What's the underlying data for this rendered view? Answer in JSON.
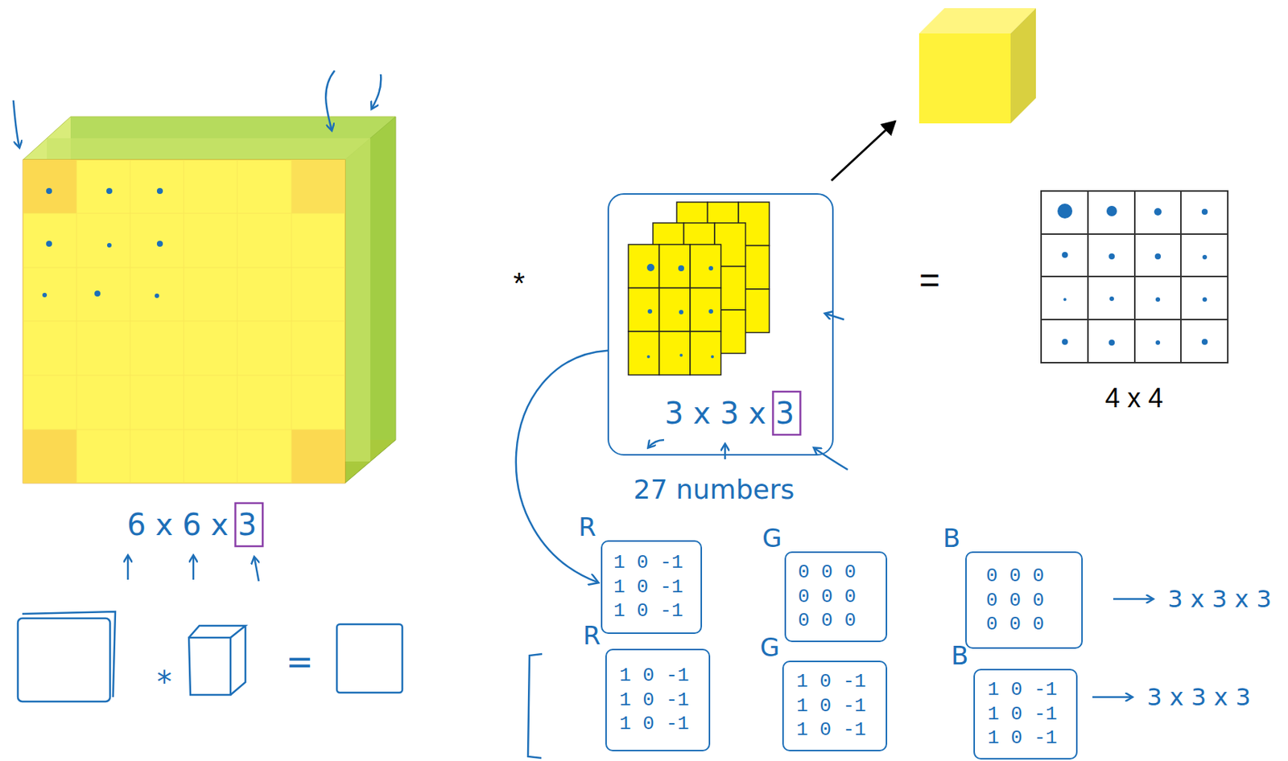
{
  "diagram": {
    "nodes": [
      {
        "text": [
          "3 x 3 x 3"
        ]
      },
      {
        "text": [
          "R",
          "1 0 -1 1 0 -1 1 0 -1"
        ]
      },
      {
        "text": [
          "G",
          "0 0 0 0 0 0 0 0 0"
        ]
      },
      {
        "text": [
          "B",
          "0 0 0 0 0 0 0 0 0"
        ]
      },
      {
        "text": [
          "R",
          "1 0 -1 1 0 -1 1 0 -1"
        ]
      },
      {
        "text": [
          "G",
          "1 0 -1 1 0 -1 1 0 -1"
        ]
      },
      {
        "text": [
          "B",
          "1 0 -1 1 0 -1 1 0 -1"
        ]
      }
    ],
    "edges": [
      {
        "from": 0,
        "to": 1,
        "arrow": "to"
      }
    ],
    "labels": [
      "6 x 6 x 3",
      "*",
      "=",
      "4 x 4",
      "27 numbers",
      "*",
      "=",
      "3 x 3 x 3",
      "3 x 3 x 3"
    ]
  }
}
